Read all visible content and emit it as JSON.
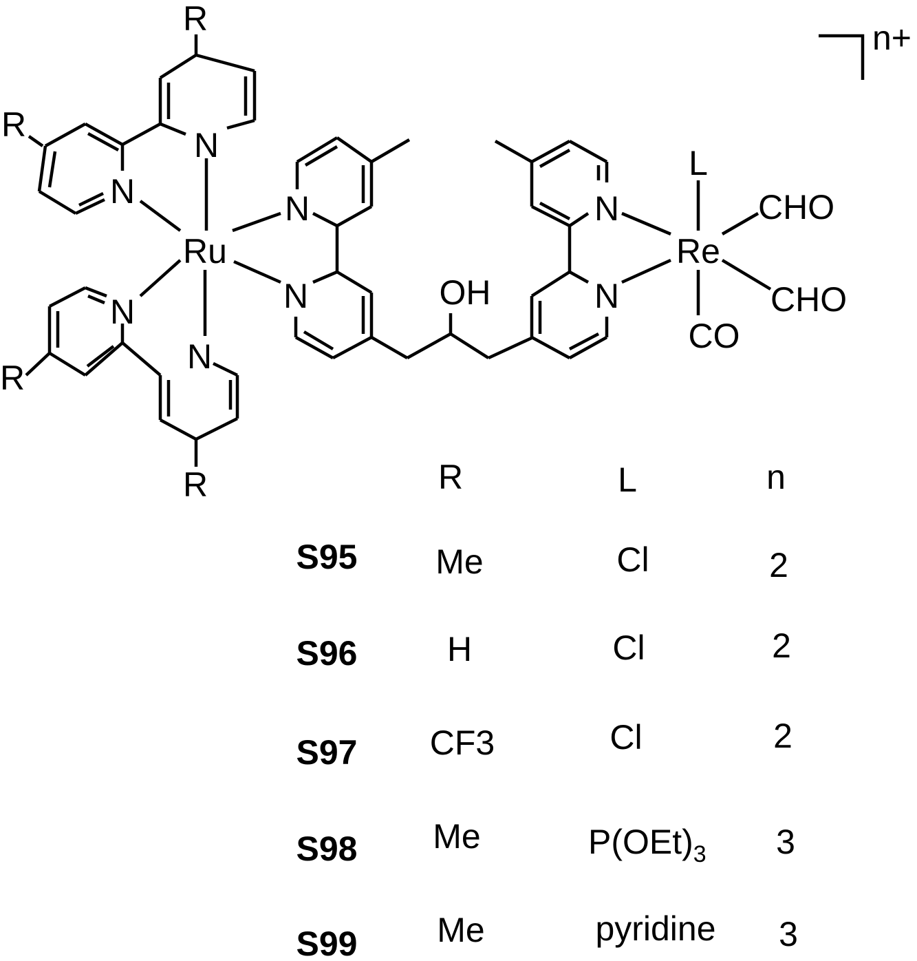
{
  "structure": {
    "metal_center_1": "Ru",
    "metal_center_2": "Re",
    "charge_label": "n+",
    "substituent_R": "R",
    "nitrogen_label": "N",
    "hydroxyl_label": "OH",
    "ligand_L": "L",
    "formyl_label": "CHO",
    "carbonyl_label": "CO"
  },
  "table": {
    "headers": [
      "R",
      "L",
      "n"
    ],
    "rows": [
      {
        "id": "S95",
        "R": "Me",
        "L": "Cl",
        "n": "2"
      },
      {
        "id": "S96",
        "R": "H",
        "L": "Cl",
        "n": "2"
      },
      {
        "id": "S97",
        "R": "CF3",
        "L": "Cl",
        "n": "2"
      },
      {
        "id": "S98",
        "R": "Me",
        "L": "P(OEt)",
        "L_sub": "3",
        "n": "3"
      },
      {
        "id": "S99",
        "R": "Me",
        "L": "pyridine",
        "n": "3"
      }
    ]
  }
}
